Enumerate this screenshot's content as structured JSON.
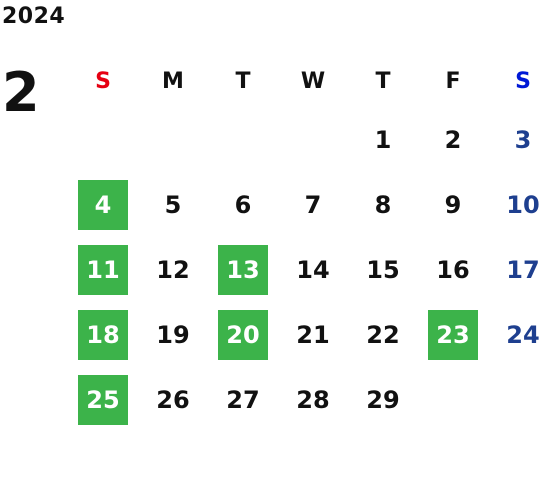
{
  "calendar": {
    "year": "2024",
    "month": "2",
    "weekdays": [
      {
        "label": "S",
        "color": "#e60012"
      },
      {
        "label": "M",
        "color": "#111111"
      },
      {
        "label": "T",
        "color": "#111111"
      },
      {
        "label": "W",
        "color": "#111111"
      },
      {
        "label": "T",
        "color": "#111111"
      },
      {
        "label": "F",
        "color": "#111111"
      },
      {
        "label": "S",
        "color": "#0018d6"
      }
    ],
    "weeks": [
      [
        "",
        "",
        "",
        "",
        "1",
        "2",
        "3"
      ],
      [
        "4",
        "5",
        "6",
        "7",
        "8",
        "9",
        "10"
      ],
      [
        "11",
        "12",
        "13",
        "14",
        "15",
        "16",
        "17"
      ],
      [
        "18",
        "19",
        "20",
        "21",
        "22",
        "23",
        "24"
      ],
      [
        "25",
        "26",
        "27",
        "28",
        "29",
        "",
        ""
      ]
    ],
    "highlighted_days": [
      "4",
      "11",
      "13",
      "18",
      "20",
      "23",
      "25"
    ],
    "colors": {
      "highlight_bg": "#3cb34a",
      "highlight_text": "#ffffff",
      "saturday_text": "#1e3f8f",
      "weekday_text": "#111111"
    }
  }
}
